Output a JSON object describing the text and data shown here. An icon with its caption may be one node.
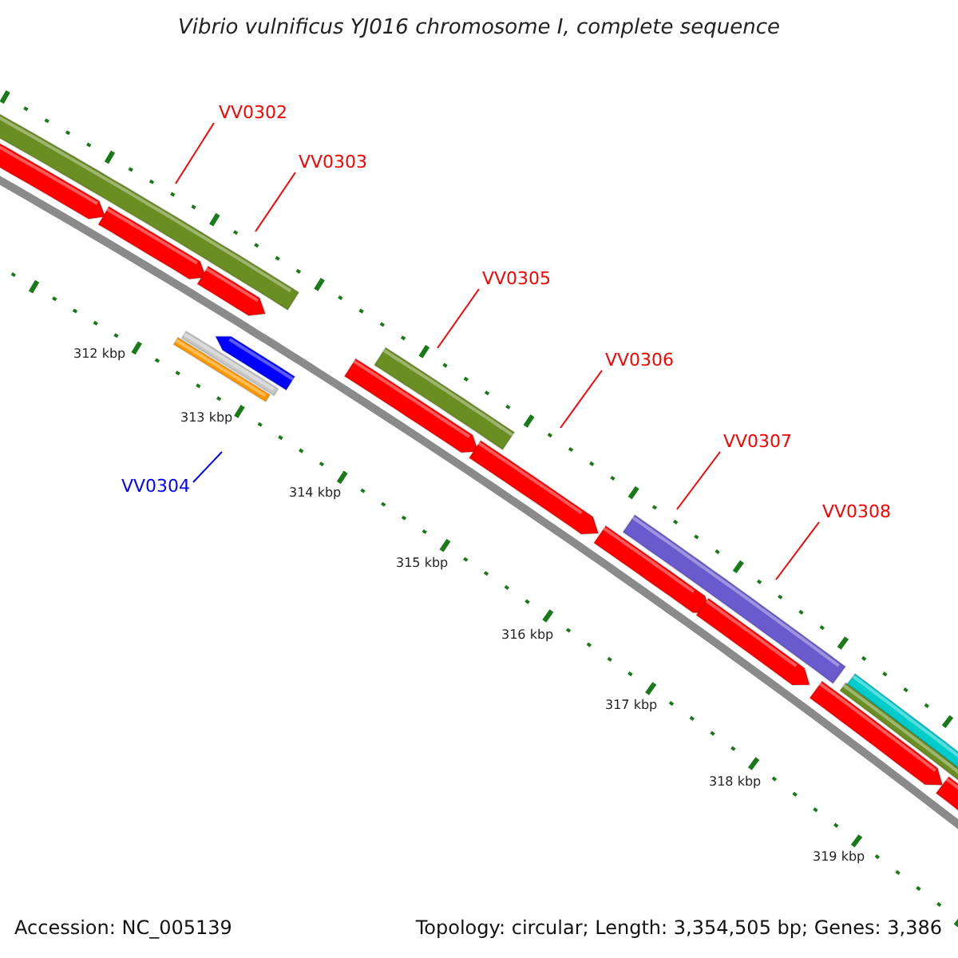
{
  "diagram": {
    "title": "Vibrio vulnificus YJ016 chromosome I, complete sequence",
    "nodes": [
      {
        "text": [
          "VV0302"
        ]
      },
      {
        "text": [
          "VV0303"
        ]
      },
      {
        "text": [
          "VV0305"
        ]
      },
      {
        "text": [
          "VV0306"
        ]
      },
      {
        "text": [
          "VV0307"
        ]
      },
      {
        "text": [
          "VV0304"
        ]
      },
      {
        "text": [
          "VV0308"
        ]
      }
    ],
    "edges": [
      {
        "from": 0,
        "to": null,
        "arrow": "none"
      },
      {
        "from": 1,
        "to": null,
        "arrow": "none"
      },
      {
        "from": 2,
        "to": null,
        "arrow": "none"
      },
      {
        "from": 3,
        "to": null,
        "arrow": "none"
      },
      {
        "from": 4,
        "to": null,
        "arrow": "none"
      },
      {
        "from": 5,
        "to": null,
        "arrow": "none",
        "color": "#0000ff"
      },
      {
        "from": 6,
        "to": null,
        "arrow": "none"
      }
    ],
    "labels": [
      "312 kbp",
      "313 kbp",
      "314 kbp",
      "315 kbp",
      "316 kbp",
      "317 kbp",
      "318 kbp",
      "319 kbp",
      "Accession: NC_005139",
      "Topology: circular; Length: 3,354,505 bp; Genes: 3,386"
    ]
  }
}
